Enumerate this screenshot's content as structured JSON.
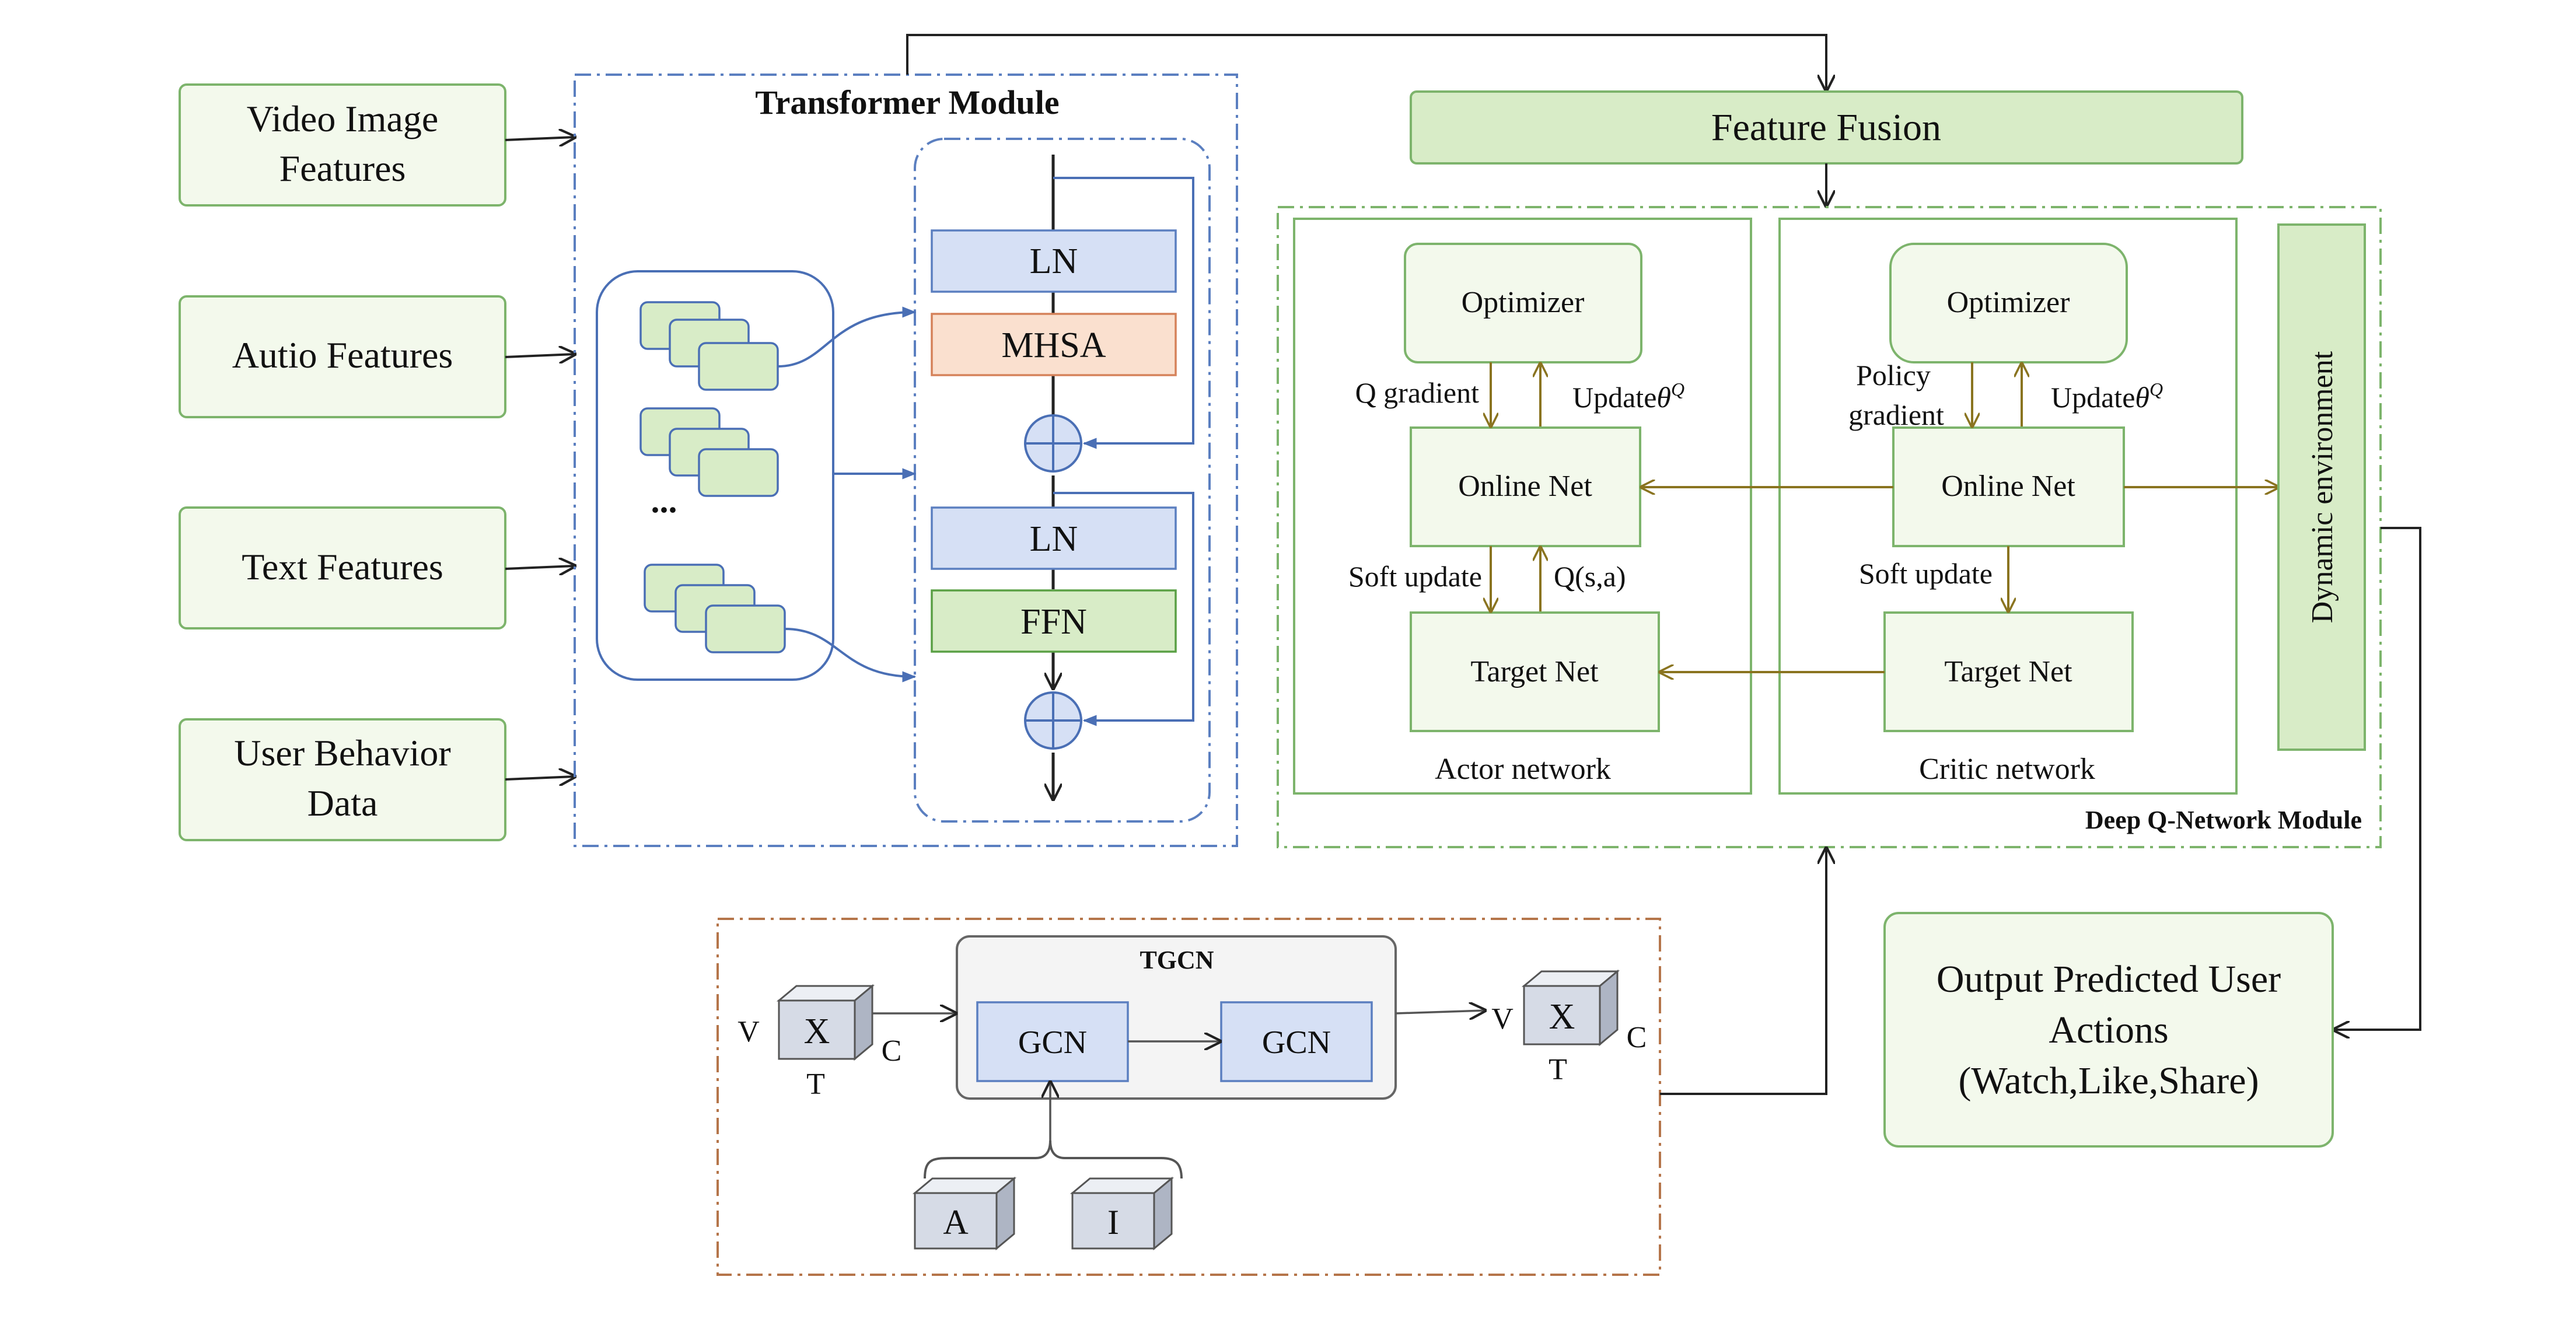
{
  "inputs": {
    "video_line1": "Video Image",
    "video_line2": "Features",
    "audio": "Autio Features",
    "text": "Text Features",
    "user_line1": "User Behavior",
    "user_line2": "Data"
  },
  "transformer": {
    "title": "Transformer Module",
    "ellipsis": "...",
    "ln1": "LN",
    "mhsa": "MHSA",
    "ln2": "LN",
    "ffn": "FFN"
  },
  "fusion": {
    "label": "Feature Fusion"
  },
  "dqn": {
    "title": "Deep Q-Network Module",
    "actor": {
      "caption": "Actor network",
      "optimizer": "Optimizer",
      "online": "Online Net",
      "target": "Target Net",
      "q_gradient": "Q gradient",
      "update": "Update",
      "theta": "θ",
      "theta_sup": "Q",
      "soft_update": "Soft update",
      "qsa": "Q(s,a)"
    },
    "critic": {
      "caption": "Critic network",
      "optimizer": "Optimizer",
      "online": "Online Net",
      "target": "Target Net",
      "policy_line1": "Policy",
      "policy_line2": "gradient",
      "update": "Update",
      "theta": "θ",
      "theta_sup": "Q",
      "soft_update": "Soft update"
    },
    "environment": "Dynamic environment"
  },
  "output": {
    "line1": "Output Predicted User",
    "line2": "Actions",
    "line3": "(Watch,Like,Share)"
  },
  "tgcn": {
    "title": "TGCN",
    "gcn1": "GCN",
    "gcn2": "GCN",
    "cube_in": {
      "face": "X",
      "left": "V",
      "right": "C",
      "bottom": "T"
    },
    "cube_out": {
      "face": "X",
      "left": "V",
      "right": "C",
      "bottom": "T"
    },
    "cube_a": "A",
    "cube_i": "I"
  },
  "colors": {
    "input_fill": "#f3f9ec",
    "input_stroke": "#7db46c",
    "fusion_fill": "#d8ecc7",
    "ln_fill": "#d6e0f5",
    "ln_stroke": "#5b7fc0",
    "mhsa_fill": "#fae0cf",
    "mhsa_stroke": "#d5825a",
    "ffn_fill": "#d8ecc7",
    "transformer_border": "#5b7fc0",
    "dqn_border": "#7db46c",
    "tgcn_border": "#b5754a",
    "olive_arrow": "#8a7420",
    "gcn_fill": "#d6e0f5",
    "tgcn_fill": "#f4f4f4",
    "cube_front": "#d6dbe6",
    "cube_top": "#eceff4",
    "cube_side": "#aeb5c4"
  }
}
